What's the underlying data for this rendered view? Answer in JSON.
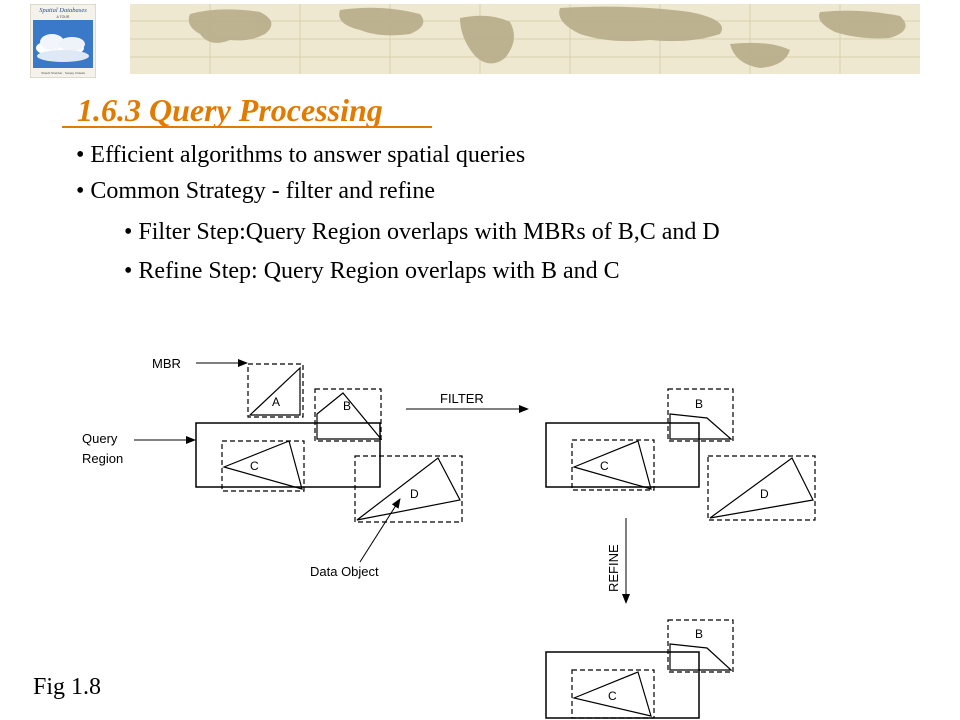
{
  "header": {
    "book_cover": {
      "title": "Spatial Databases",
      "subtitle": "A TOUR",
      "authors": "Shashi Shekhar · Sanjay Chawla"
    },
    "banner_icon": "world-map-banner"
  },
  "slide": {
    "title": "1.6.3 Query Processing",
    "bullets": [
      "• Efficient algorithms to answer spatial queries",
      "• Common Strategy - filter and refine",
      "• Filter Step:Query Region overlaps with MBRs of  B,C and D",
      "• Refine Step: Query Region overlaps with B and C"
    ],
    "figure_label": "Fig 1.8"
  },
  "diagram": {
    "labels": {
      "mbr": "MBR",
      "query": "Query",
      "region": "Region",
      "data_object": "Data Object",
      "filter": "FILTER",
      "refine": "REFINE"
    },
    "objects": {
      "a": "A",
      "b": "B",
      "c": "C",
      "d": "D"
    }
  },
  "colors": {
    "title": "#e07b00",
    "text": "#000000",
    "sky": "#3a78c8",
    "map_land": "#b8ad8a",
    "map_bg": "#efe8d0"
  }
}
